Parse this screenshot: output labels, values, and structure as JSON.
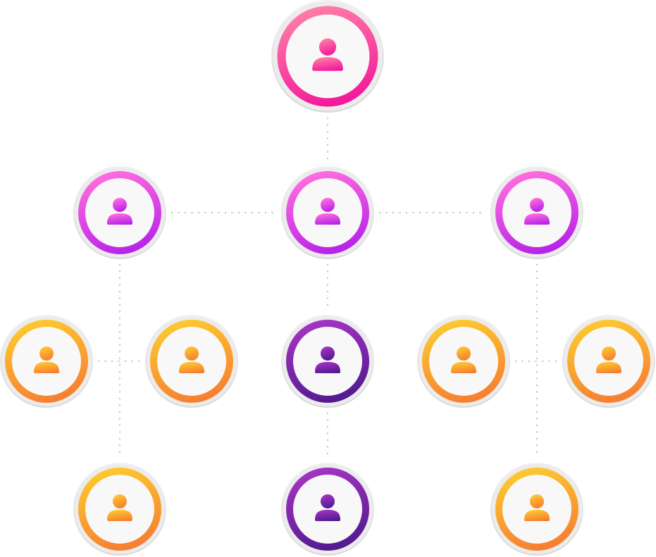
{
  "diagram": {
    "type": "org-chart",
    "background": "#ffffff",
    "connector_color": "#c4c4c4",
    "node_plate": {
      "outer": "#e4e4e4",
      "inner_face": "#f8f8f8"
    },
    "themes": {
      "pink": {
        "top": "#ff7fa8",
        "bottom": "#f2159a"
      },
      "magenta": {
        "top": "#ff6ee0",
        "bottom": "#b620e8"
      },
      "purple": {
        "top": "#a634c4",
        "bottom": "#4e1a8e"
      },
      "orange": {
        "top": "#fdca2f",
        "bottom": "#f67c32"
      }
    },
    "nodes": [
      {
        "id": "root",
        "level": 1,
        "theme": "pink",
        "icon": "user-icon"
      },
      {
        "id": "l2-left",
        "level": 2,
        "theme": "magenta",
        "icon": "user-icon"
      },
      {
        "id": "l2-center",
        "level": 2,
        "theme": "magenta",
        "icon": "user-icon"
      },
      {
        "id": "l2-right",
        "level": 2,
        "theme": "magenta",
        "icon": "user-icon"
      },
      {
        "id": "l3-left-a",
        "level": 3,
        "theme": "orange",
        "icon": "user-icon"
      },
      {
        "id": "l3-left-b",
        "level": 3,
        "theme": "orange",
        "icon": "user-icon"
      },
      {
        "id": "l3-center",
        "level": 3,
        "theme": "purple",
        "icon": "user-icon"
      },
      {
        "id": "l3-right-a",
        "level": 3,
        "theme": "orange",
        "icon": "user-icon"
      },
      {
        "id": "l3-right-b",
        "level": 3,
        "theme": "orange",
        "icon": "user-icon"
      },
      {
        "id": "l4-left",
        "level": 4,
        "theme": "orange",
        "icon": "user-icon"
      },
      {
        "id": "l4-center",
        "level": 4,
        "theme": "purple",
        "icon": "user-icon"
      },
      {
        "id": "l4-right",
        "level": 4,
        "theme": "orange",
        "icon": "user-icon"
      }
    ],
    "links": [
      {
        "from": "root",
        "to": "l2-center"
      },
      {
        "from": "l2-left",
        "to": "l2-center"
      },
      {
        "from": "l2-center",
        "to": "l2-right"
      },
      {
        "from": "l2-left",
        "to": "l4-left"
      },
      {
        "from": "l3-left-a",
        "to": "l3-left-b"
      },
      {
        "from": "l2-center",
        "to": "l3-center"
      },
      {
        "from": "l3-center",
        "to": "l4-center"
      },
      {
        "from": "l2-right",
        "to": "l4-right"
      },
      {
        "from": "l3-right-a",
        "to": "l3-right-b"
      }
    ]
  }
}
